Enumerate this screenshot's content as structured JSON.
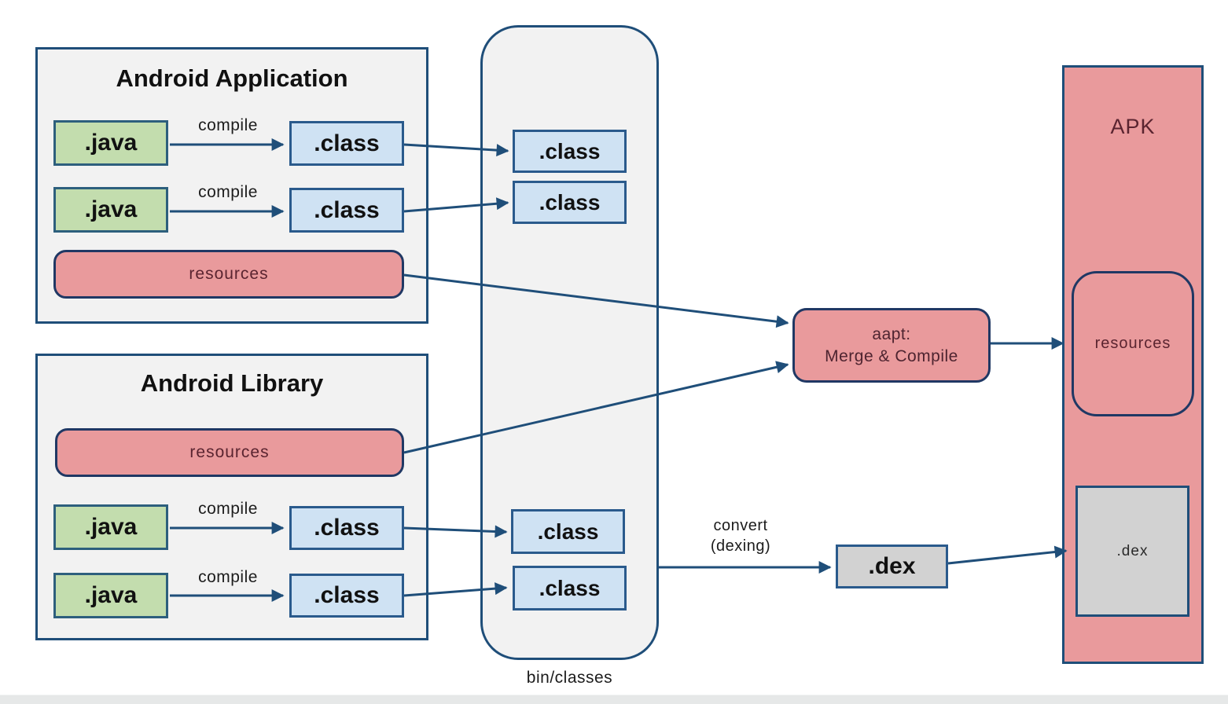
{
  "diagram": {
    "android_application": {
      "title": "Android Application",
      "java_labels": [
        ".java",
        ".java"
      ],
      "compile_labels": [
        "compile",
        "compile"
      ],
      "class_labels": [
        ".class",
        ".class"
      ],
      "resources_label": "resources"
    },
    "android_library": {
      "title": "Android Library",
      "resources_label": "resources",
      "java_labels": [
        ".java",
        ".java"
      ],
      "compile_labels": [
        "compile",
        "compile"
      ],
      "class_labels": [
        ".class",
        ".class"
      ]
    },
    "bin_classes": {
      "caption": "bin/classes",
      "class_labels": [
        ".class",
        ".class",
        ".class",
        ".class"
      ]
    },
    "aapt": {
      "line1": "aapt:",
      "line2": "Merge & Compile"
    },
    "convert": {
      "line1": "convert",
      "line2": "(dexing)"
    },
    "dex_box_label": ".dex",
    "apk": {
      "title": "APK",
      "resources_label": "resources",
      "dex_label": ".dex"
    },
    "colors": {
      "border_navy": "#1f4e79",
      "panel_gray": "#f2f2f2",
      "java_green": "#c3ddae",
      "class_blue": "#cfe2f3",
      "resource_pink": "#e99a9c",
      "dex_gray": "#d2d2d2",
      "maroon_text": "#5a2430",
      "arrow_navy": "#1f4e79"
    }
  }
}
